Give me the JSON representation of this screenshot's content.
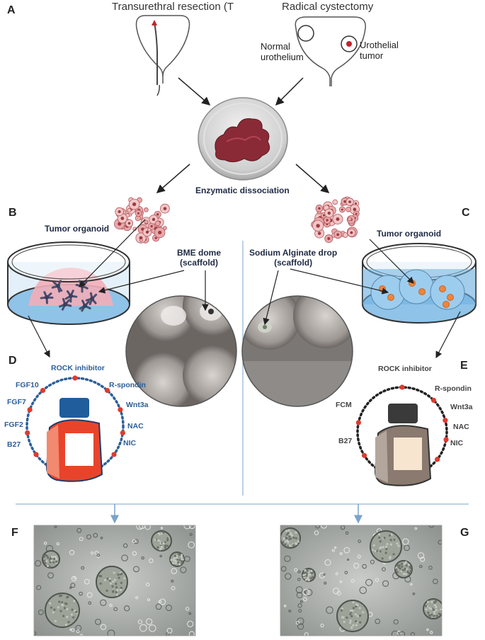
{
  "panels": {
    "A": "A",
    "B": "B",
    "C": "C",
    "D": "D",
    "E": "E",
    "F": "F",
    "G": "G"
  },
  "top": {
    "left_title": "Transurethral resection (T",
    "right_title": "Radical cystectomy",
    "normal_label_line1": "Normal",
    "normal_label_line2": "urothelium",
    "tumor_label_line1": "Urothelial",
    "tumor_label_line2": "tumor"
  },
  "center": {
    "dissociation": "Enzymatic dissociation"
  },
  "left_branch": {
    "organoid": "Tumor organoid",
    "scaffold_line1": "BME dome",
    "scaffold_line2": "(scaffold)"
  },
  "right_branch": {
    "organoid": "Tumor organoid",
    "scaffold_line1": "Sodium Alginate drop",
    "scaffold_line2": "(scaffold)"
  },
  "medium_D": {
    "top": "ROCK inhibitor",
    "left": [
      "FGF10",
      "FGF7",
      "FGF2",
      "B27"
    ],
    "right": [
      "R-spondin",
      "Wnt3a",
      "NAC",
      "NIC"
    ]
  },
  "medium_E": {
    "top": "ROCK inhibitor",
    "left": [
      "FCM",
      "B27"
    ],
    "right": [
      "R-spondin",
      "Wnt3a",
      "NAC",
      "NIC"
    ]
  },
  "colors": {
    "arrow": "#222222",
    "divider": "#7aa3cc",
    "dish_blue": "#8fc3e8",
    "dome_pink": "#f2aeb8",
    "bottle_blue_cap": "#1f5d9c",
    "bottle_red": "#e8442c",
    "bottle_dark": "#3a3a3a",
    "bottle_brown": "#8a7a70",
    "dot_red": "#e03a2e"
  }
}
